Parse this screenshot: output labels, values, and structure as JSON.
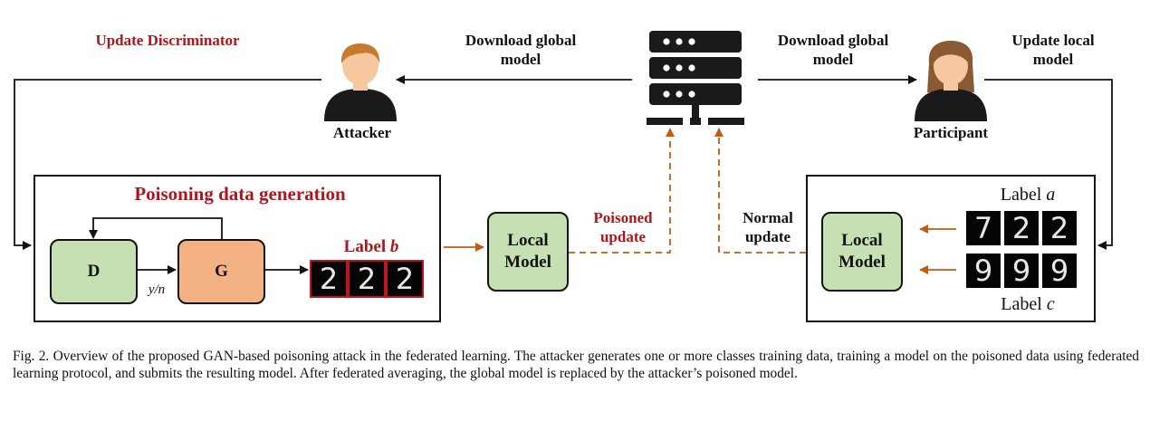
{
  "labels": {
    "update_discriminator": "Update Discriminator",
    "download_global_left": "Download global model",
    "download_global_right": "Download global model",
    "update_local_model": "Update local model",
    "attacker": "Attacker",
    "participant": "Participant",
    "poisoning_data_generation": "Poisoning data generation",
    "d_node": "D",
    "g_node": "G",
    "y_over_n": "y/n",
    "label_b": "Label b",
    "local_model_left": "Local Model",
    "poisoned_update": "Poisoned update",
    "normal_update": "Normal update",
    "local_model_right": "Local Model",
    "label_a": "Label a",
    "label_c": "Label c"
  },
  "digits": {
    "label_b_samples": [
      "2",
      "2",
      "2"
    ],
    "label_a_samples": [
      "7",
      "2",
      "2"
    ],
    "label_c_samples": [
      "9",
      "9",
      "9"
    ]
  },
  "caption": "Fig. 2.  Overview of the proposed GAN-based poisoning attack in the federated learning. The attacker generates one or more classes training data, training a model on the poisoned data using federated learning protocol, and submits the resulting model. After federated averaging, the global model is replaced by the attacker’s poisoned model.",
  "colors": {
    "accent_red": "#b0151c",
    "dashed_orange": "#c55a11",
    "node_green": "#c6e0b4",
    "node_orange": "#f4b183",
    "icon_dark": "#1a1a1a",
    "skin": "#f6c89f",
    "attacker_hair": "#c57b2b",
    "participant_hair": "#8a5a33"
  },
  "icons": {
    "server": "server-icon",
    "attacker": "attacker-person-icon",
    "participant": "participant-person-icon"
  }
}
